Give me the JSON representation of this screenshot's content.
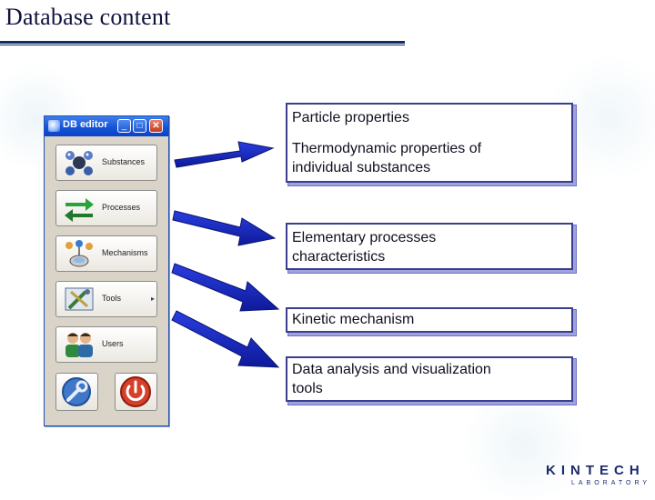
{
  "slide": {
    "title": "Database content"
  },
  "window": {
    "title": "DB editor",
    "min_label": "_",
    "max_label": "□",
    "close_label": "✕",
    "tiles": [
      {
        "label": "Substances",
        "icon": "molecule-icon"
      },
      {
        "label": "Processes",
        "icon": "exchange-arrows-icon"
      },
      {
        "label": "Mechanisms",
        "icon": "mechanism-icon"
      },
      {
        "label": "Tools",
        "icon": "toolbox-icon",
        "submenu": "▸"
      },
      {
        "label": "Users",
        "icon": "users-icon"
      }
    ],
    "settings_icon": "wrench-icon",
    "exit_icon": "power-icon"
  },
  "boxes": {
    "particle_line1": "Particle properties",
    "thermo_line1": "Thermodynamic properties of",
    "thermo_line2": "individual substances",
    "elementary_line1": "Elementary processes",
    "elementary_line2": "characteristics",
    "kinetic_line1": "Kinetic mechanism",
    "analysis_line1": "Data analysis and visualization",
    "analysis_line2": "tools"
  },
  "logo": {
    "main": "KINTECH",
    "sub": "LABORATORY"
  },
  "colors": {
    "arrow": "#1a2bc4",
    "box_border": "#3b3e8f",
    "titlebar": "#1554d8"
  }
}
